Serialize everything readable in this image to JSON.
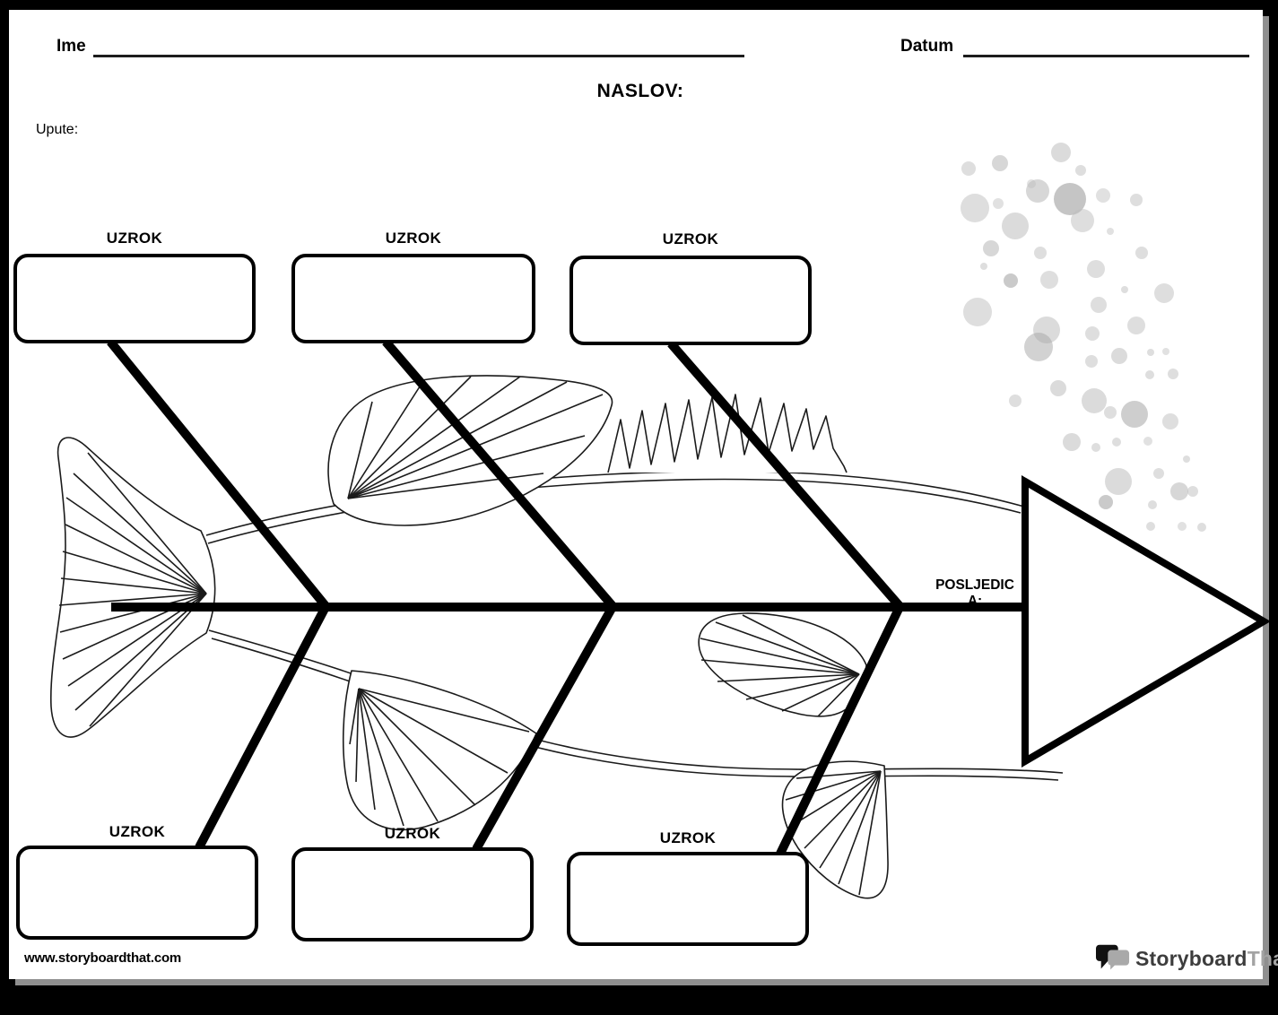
{
  "header": {
    "name_label": "Ime",
    "date_label": "Datum",
    "title_label": "NASLOV:",
    "instructions_label": "Upute:"
  },
  "diagram": {
    "effect_label": "POSLJEDICA:",
    "cause_boxes": {
      "top": [
        "UZROK",
        "UZROK",
        "UZROK"
      ],
      "bottom": [
        "UZROK",
        "UZROK",
        "UZROK"
      ]
    }
  },
  "footer": {
    "website": "www.storyboardthat.com",
    "logo_text_primary": "Storyboard",
    "logo_text_secondary": "That"
  },
  "colors": {
    "ink": "#000000",
    "page_background": "#ffffff",
    "frame": "#000000",
    "page_shadow": "#8f8f8f",
    "bubble_gray": "#bdbdbd",
    "logo_secondary_gray": "#a3a3a3"
  }
}
